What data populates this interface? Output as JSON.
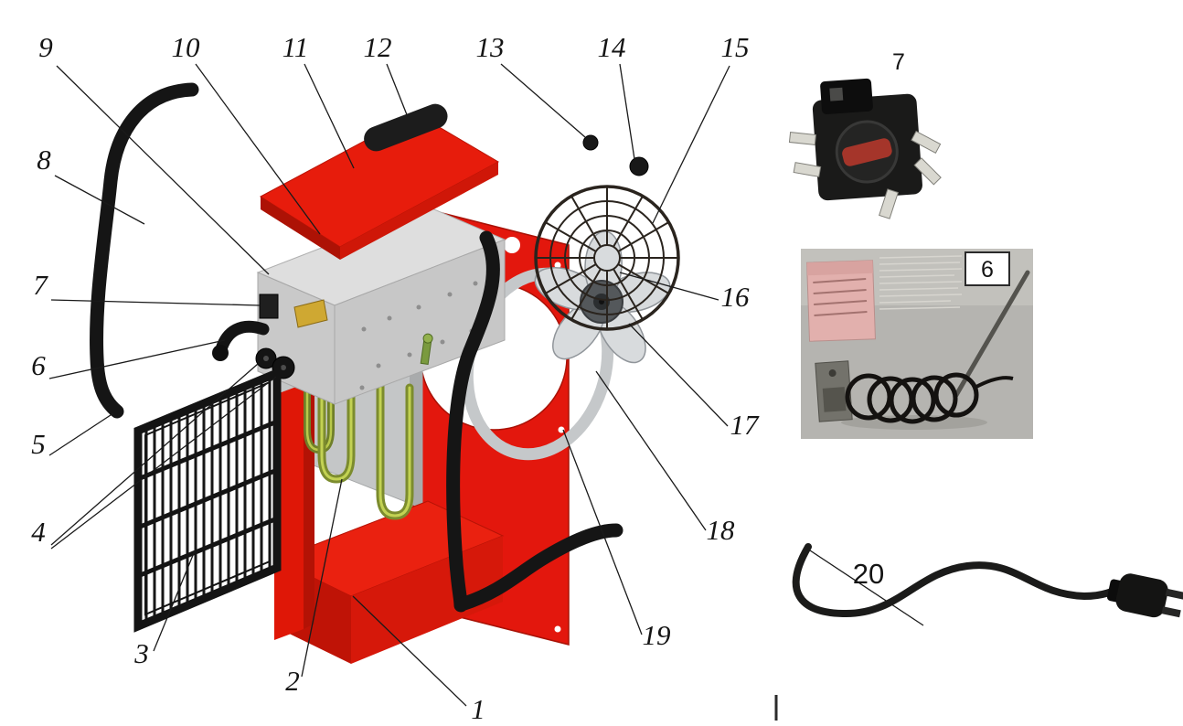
{
  "figure": {
    "callouts": {
      "c1": "1",
      "c2": "2",
      "c3": "3",
      "c4": "4",
      "c5": "5",
      "c6": "6",
      "c7": "7",
      "c8": "8",
      "c9": "9",
      "c10": "10",
      "c11": "11",
      "c12": "12",
      "c13": "13",
      "c14": "14",
      "c15": "15",
      "c16": "16",
      "c17": "17",
      "c18": "18",
      "c19": "19"
    },
    "insets": {
      "switch_label": "7",
      "thermostat_label": "6",
      "cord_label": "20"
    },
    "palette": {
      "machine_red": "#e71c0c",
      "panel_gray": "#c7c7c7",
      "element_olive": "#7c8c2e",
      "handle_black": "#151515",
      "switch_knob_red": "#a5352a",
      "thermostat_label_pink": "#e2b0ad",
      "photo_background": "#b5b4b0"
    }
  }
}
